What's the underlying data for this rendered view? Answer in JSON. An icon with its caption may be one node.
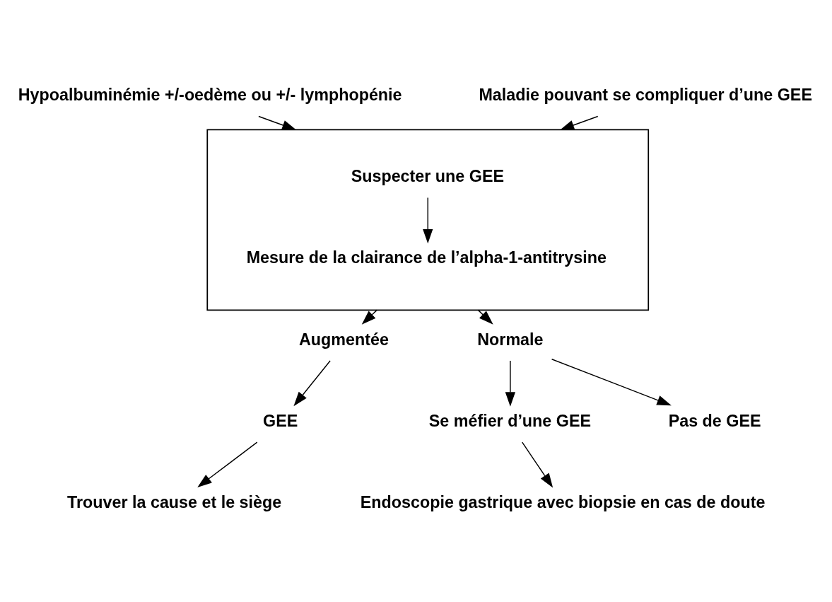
{
  "diagram": {
    "nodes": [
      {
        "text": [
          "Hypoalbuminémie +/-oedème ou +/- lymphopénie"
        ]
      },
      {
        "text": [
          "Maladie pouvant se compliquer d’une GEE"
        ]
      },
      {
        "text": [],
        "shape": "box"
      },
      {
        "text": [
          "Suspecter une GEE"
        ],
        "in": 2
      },
      {
        "text": [
          "Mesure de la clairance de l’alpha-1-antitrysine"
        ],
        "in": 2
      },
      {
        "text": [
          "Augmentée"
        ]
      },
      {
        "text": [
          "Normale"
        ]
      },
      {
        "text": [
          "GEE"
        ]
      },
      {
        "text": [
          "Se méfier d’une GEE"
        ]
      },
      {
        "text": [
          "Pas de GEE"
        ]
      },
      {
        "text": [
          "Trouver la cause et le siège"
        ]
      },
      {
        "text": [
          "Endoscopie gastrique avec biopsie en cas de doute"
        ]
      }
    ],
    "edges": [
      {
        "from": 0,
        "to": 2,
        "arrow": "to"
      },
      {
        "from": 1,
        "to": 2,
        "arrow": "to"
      },
      {
        "from": 3,
        "to": 4,
        "arrow": "to"
      },
      {
        "from": 2,
        "to": 5,
        "arrow": "to"
      },
      {
        "from": 2,
        "to": 6,
        "arrow": "to"
      },
      {
        "from": 5,
        "to": 7,
        "arrow": "to"
      },
      {
        "from": 6,
        "to": 8,
        "arrow": "to"
      },
      {
        "from": 6,
        "to": 9,
        "arrow": "to"
      },
      {
        "from": 7,
        "to": 10,
        "arrow": "to"
      },
      {
        "from": 8,
        "to": 11,
        "arrow": "to"
      }
    ]
  }
}
